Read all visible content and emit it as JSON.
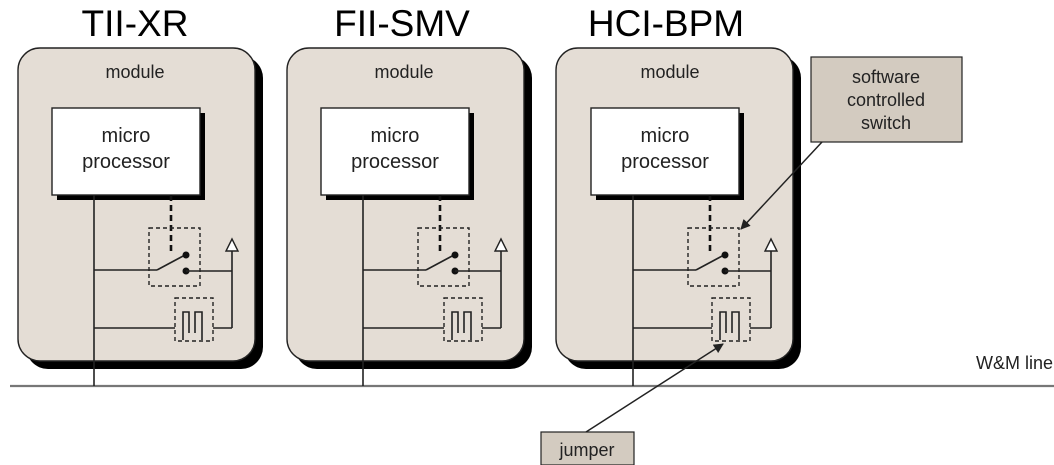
{
  "modules": [
    {
      "title": "TII-XR",
      "module_label": "module",
      "processor_line1": "micro",
      "processor_line2": "processor"
    },
    {
      "title": "FII-SMV",
      "module_label": "module",
      "processor_line1": "micro",
      "processor_line2": "processor"
    },
    {
      "title": "HCI-BPM",
      "module_label": "module",
      "processor_line1": "micro",
      "processor_line2": "processor"
    }
  ],
  "callouts": {
    "switch": {
      "line1": "software",
      "line2": "controlled",
      "line3": "switch"
    },
    "jumper": "jumper"
  },
  "bus_label": "W&M line",
  "colors": {
    "module_fill": "#e4ddd5",
    "callout_fill": "#d3cbc0",
    "shadow": "#000000",
    "line": "#222222"
  }
}
